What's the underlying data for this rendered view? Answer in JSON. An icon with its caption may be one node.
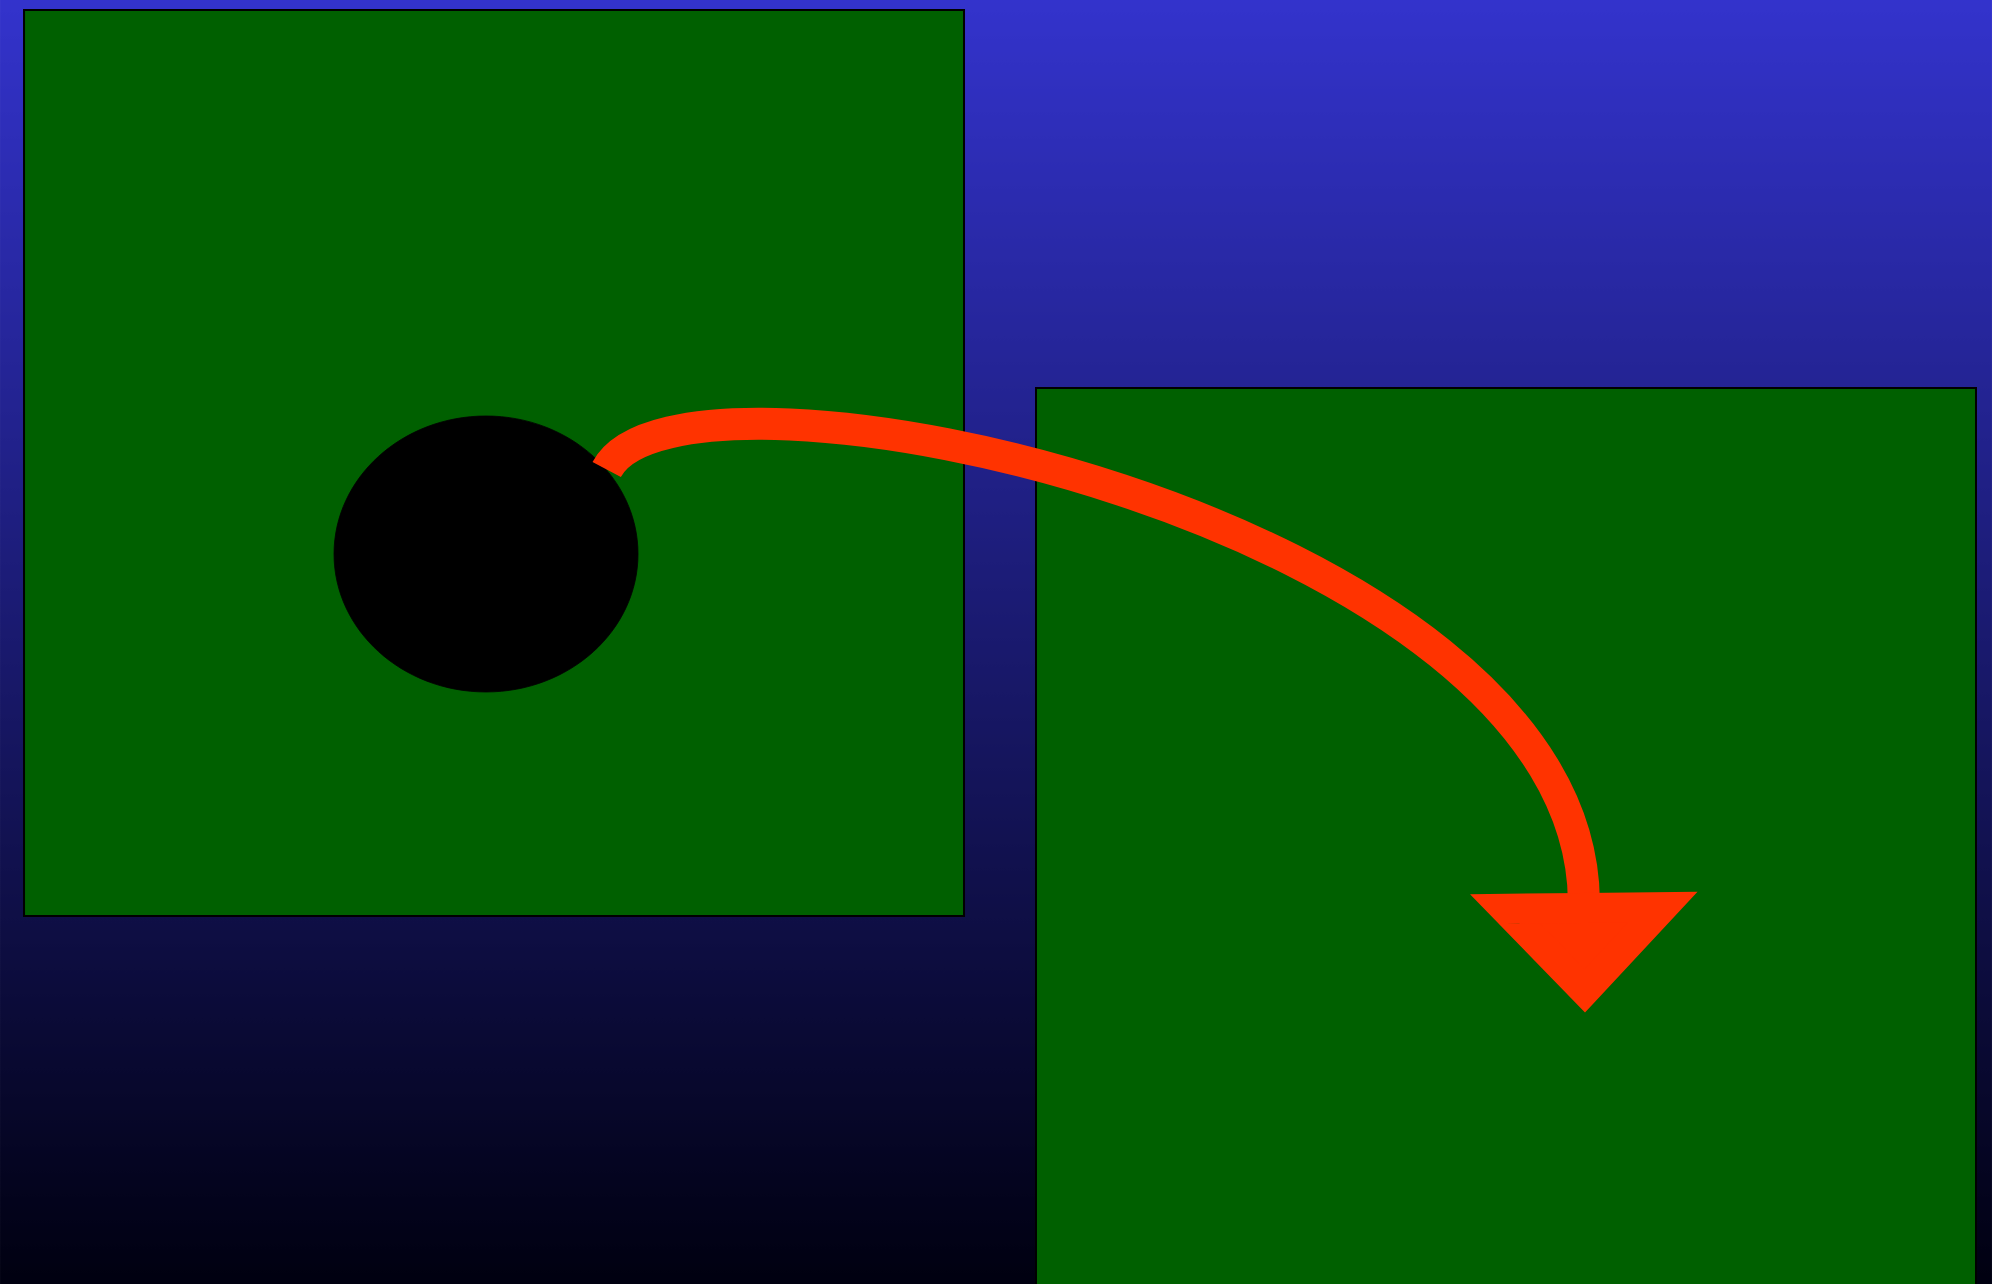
{
  "diagram": {
    "nodes": [
      {
        "text": [],
        "shape": "box"
      },
      {
        "text": [],
        "shape": "circle",
        "in": 0
      },
      {
        "text": [],
        "shape": "box"
      }
    ],
    "edges": [
      {
        "from": 1,
        "to": 2,
        "arrow": "to"
      }
    ]
  }
}
